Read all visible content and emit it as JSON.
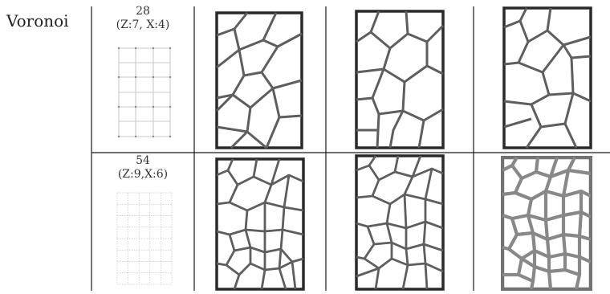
{
  "row_label": "Voronoi",
  "rows": [
    {
      "count": "28",
      "spec": "(Z:7, X:4)",
      "cols": 4,
      "rows": 7
    },
    {
      "count": "54",
      "spec": "(Z:9,X:6)",
      "cols": 6,
      "rows": 9
    }
  ],
  "colors": {
    "table_line": "#1a1a1a",
    "dot_grid": "#b0b0b0",
    "cell_stroke": "#5e5e5e",
    "frame": "#2a2a2a"
  }
}
